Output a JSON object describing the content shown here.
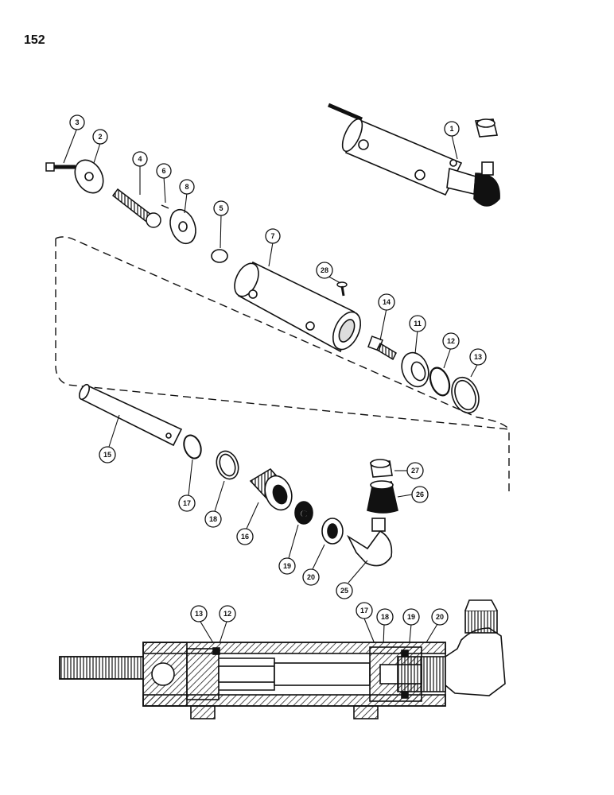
{
  "page": {
    "number": "152"
  },
  "callouts": {
    "c1": "1",
    "c2": "2",
    "c3": "3",
    "c4": "4",
    "c5": "5",
    "c6": "6",
    "c7": "7",
    "c8": "8",
    "c11": "11",
    "c12": "12",
    "c13": "13",
    "c14": "14",
    "c15": "15",
    "c16": "16",
    "c17": "17",
    "c18": "18",
    "c19": "19",
    "c20": "20",
    "c25": "25",
    "c26": "26",
    "c27": "27",
    "c28": "28",
    "s13": "13",
    "s12": "12",
    "s17": "17",
    "s18": "18",
    "s19": "19",
    "s20": "20"
  },
  "ring_marks": {
    "c": "C"
  },
  "colors": {
    "ink": "#111111",
    "paper": "#ffffff",
    "hatch": "#222222"
  }
}
